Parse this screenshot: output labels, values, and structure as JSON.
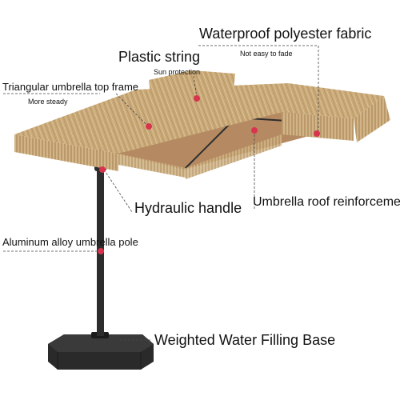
{
  "labels": {
    "fabric": "Waterproof polyester fabric",
    "fabric_sub": "Not easy to fade",
    "string": "Plastic string",
    "string_sub": "Sun protection",
    "frame": "Triangular umbrella top frame",
    "frame_sub": "More steady",
    "handle": "Hydraulic handle",
    "reinforcement": "Umbrella roof reinforcement",
    "pole": "Aluminum alloy umbrella pole",
    "base": "Weighted Water Filling Base"
  },
  "colors": {
    "thatch": "#c9a877",
    "thatch_dark": "#a98a5c",
    "canopy_under": "#b58a62",
    "pole": "#2d2d2d",
    "base": "#2a2a2a",
    "marker": "#d8344e",
    "leader": "#444444"
  }
}
